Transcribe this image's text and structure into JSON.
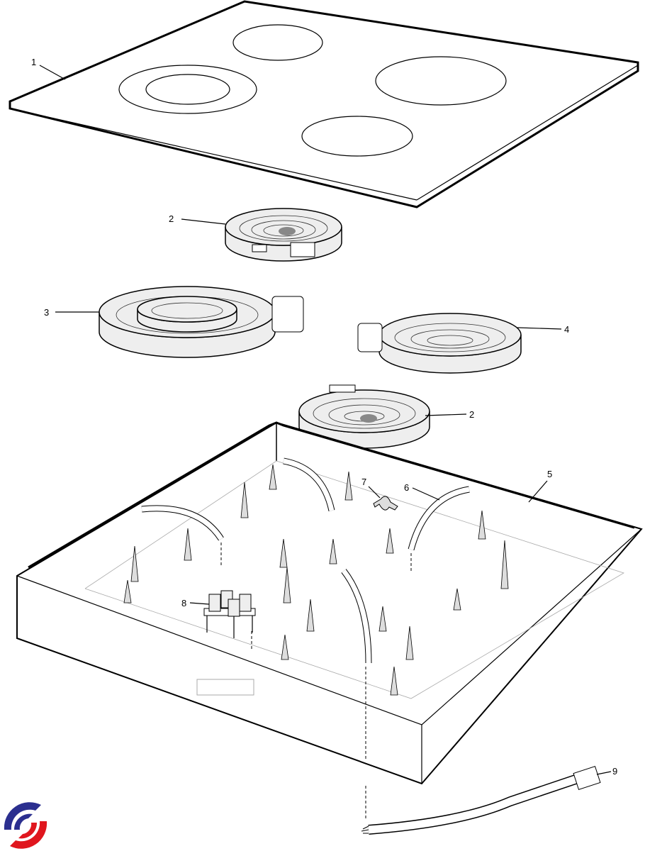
{
  "callouts": [
    {
      "id": "cooktop-glass",
      "text": "1"
    },
    {
      "id": "small-heating-element-top",
      "text": "2"
    },
    {
      "id": "dual-heating-element",
      "text": "3"
    },
    {
      "id": "medium-heating-element",
      "text": "4"
    },
    {
      "id": "small-heating-element-bottom",
      "text": "2"
    },
    {
      "id": "base-tray",
      "text": "5"
    },
    {
      "id": "insulation-strip",
      "text": "6"
    },
    {
      "id": "clamp",
      "text": "7"
    },
    {
      "id": "terminal-block",
      "text": "8"
    },
    {
      "id": "wiring-harness",
      "text": "9"
    }
  ],
  "colors": {
    "logo_blue": "#2b2f8f",
    "logo_red": "#e0161e"
  }
}
